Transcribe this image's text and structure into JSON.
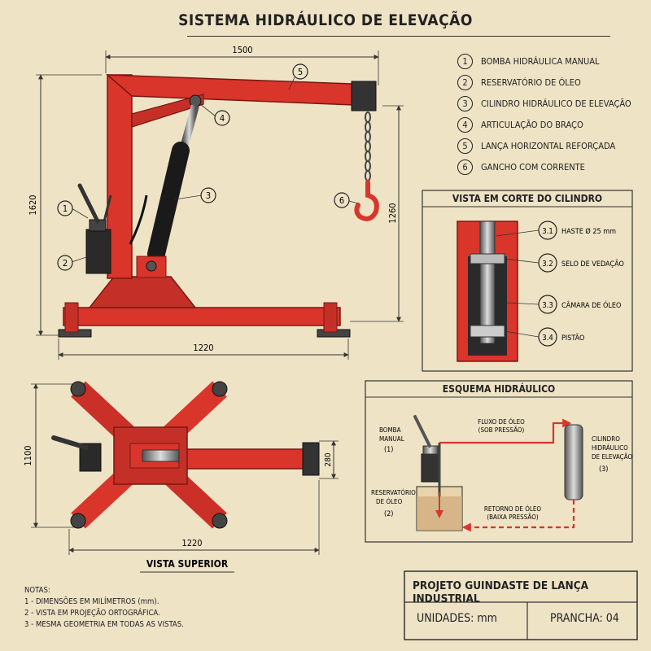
{
  "title": "SISTEMA HIDRÁULICO DE ELEVAÇÃO",
  "legend": [
    {
      "num": "1",
      "label": "BOMBA HIDRÁULICA MANUAL"
    },
    {
      "num": "2",
      "label": "RESERVATÓRIO DE ÓLEO"
    },
    {
      "num": "3",
      "label": "CILINDRO HIDRÁULICO DE ELEVAÇÃO"
    },
    {
      "num": "4",
      "label": "ARTICULAÇÃO DO BRAÇO"
    },
    {
      "num": "5",
      "label": "LANÇA HORIZONTAL REFORÇADA"
    },
    {
      "num": "6",
      "label": "GANCHO COM CORRENTE"
    }
  ],
  "side_view": {
    "dim_width_top": "1500",
    "dim_height_left": "1620",
    "dim_height_right": "1260",
    "dim_width_bottom": "1220",
    "callouts": [
      "1",
      "2",
      "3",
      "4",
      "5",
      "6"
    ]
  },
  "section_view": {
    "title": "VISTA EM CORTE DO CILINDRO",
    "items": [
      {
        "num": "3.1",
        "label": "HASTE Ø 25 mm"
      },
      {
        "num": "3.2",
        "label": "SELO DE VEDAÇÃO"
      },
      {
        "num": "3.3",
        "label": "CÂMARA DE ÓLEO"
      },
      {
        "num": "3.4",
        "label": "PISTÃO"
      }
    ]
  },
  "top_view": {
    "title": "VISTA SUPERIOR",
    "dim_height": "1100",
    "dim_width": "1220",
    "dim_small": "280"
  },
  "hydraulic": {
    "title": "ESQUEMA HIDRÁULICO",
    "pump_label_1": "BOMBA",
    "pump_label_2": "MANUAL",
    "pump_num": "(1)",
    "res_label_1": "RESERVATÓRIO",
    "res_label_2": "DE ÓLEO",
    "res_num": "(2)",
    "cyl_label_1": "CILINDRO",
    "cyl_label_2": "HIDRÁULICO",
    "cyl_label_3": "DE ELEVAÇÃO",
    "cyl_num": "(3)",
    "flow_1": "FLUXO DE ÓLEO",
    "flow_2": "(SOB PRESSÃO)",
    "return_1": "RETORNO DE ÓLEO",
    "return_2": "(BAIXA PRESSÃO)"
  },
  "notes": {
    "heading": "NOTAS:",
    "lines": [
      "1 - DIMENSÕES EM MILÍMETROS (mm).",
      "2 - VISTA EM PROJEÇÃO ORTOGRÁFICA.",
      "3 - MESMA GEOMETRIA EM TODAS AS VISTAS."
    ]
  },
  "title_block": {
    "project": "PROJETO GUINDASTE DE LANÇA INDUSTRIAL",
    "units": "UNIDADES: mm",
    "sheet": "PRANCHA: 04"
  },
  "colors": {
    "frame": "#d9352b",
    "frame_dark": "#8e1c16",
    "ink": "#222222",
    "paper": "#efe3c6"
  }
}
